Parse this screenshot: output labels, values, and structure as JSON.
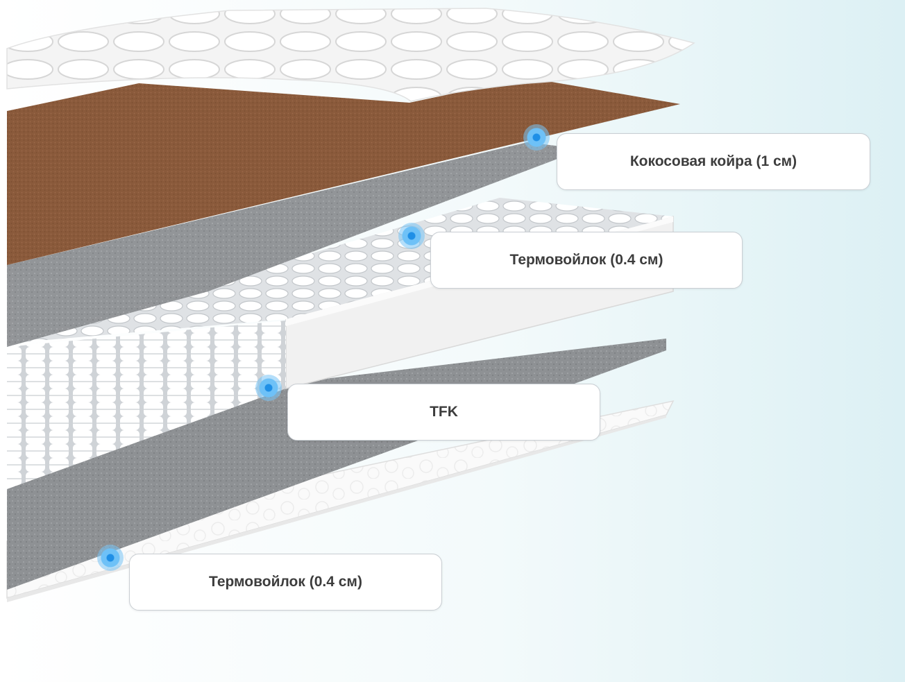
{
  "layers": [
    {
      "id": "coconut",
      "label": "Кокосовая койра (1 см)"
    },
    {
      "id": "felt-top",
      "label": "Термовойлок (0.4 см)"
    },
    {
      "id": "springs",
      "label": "TFK"
    },
    {
      "id": "felt-bottom",
      "label": "Термовойлок (0.4 см)"
    }
  ],
  "colors": {
    "background": "#e6f3f6",
    "coconut": "#8a5a3b",
    "felt": "#8c8f93",
    "foam": "#f2f2f2",
    "marker": "#3aa5ee",
    "label_text": "#3d3d3d"
  }
}
